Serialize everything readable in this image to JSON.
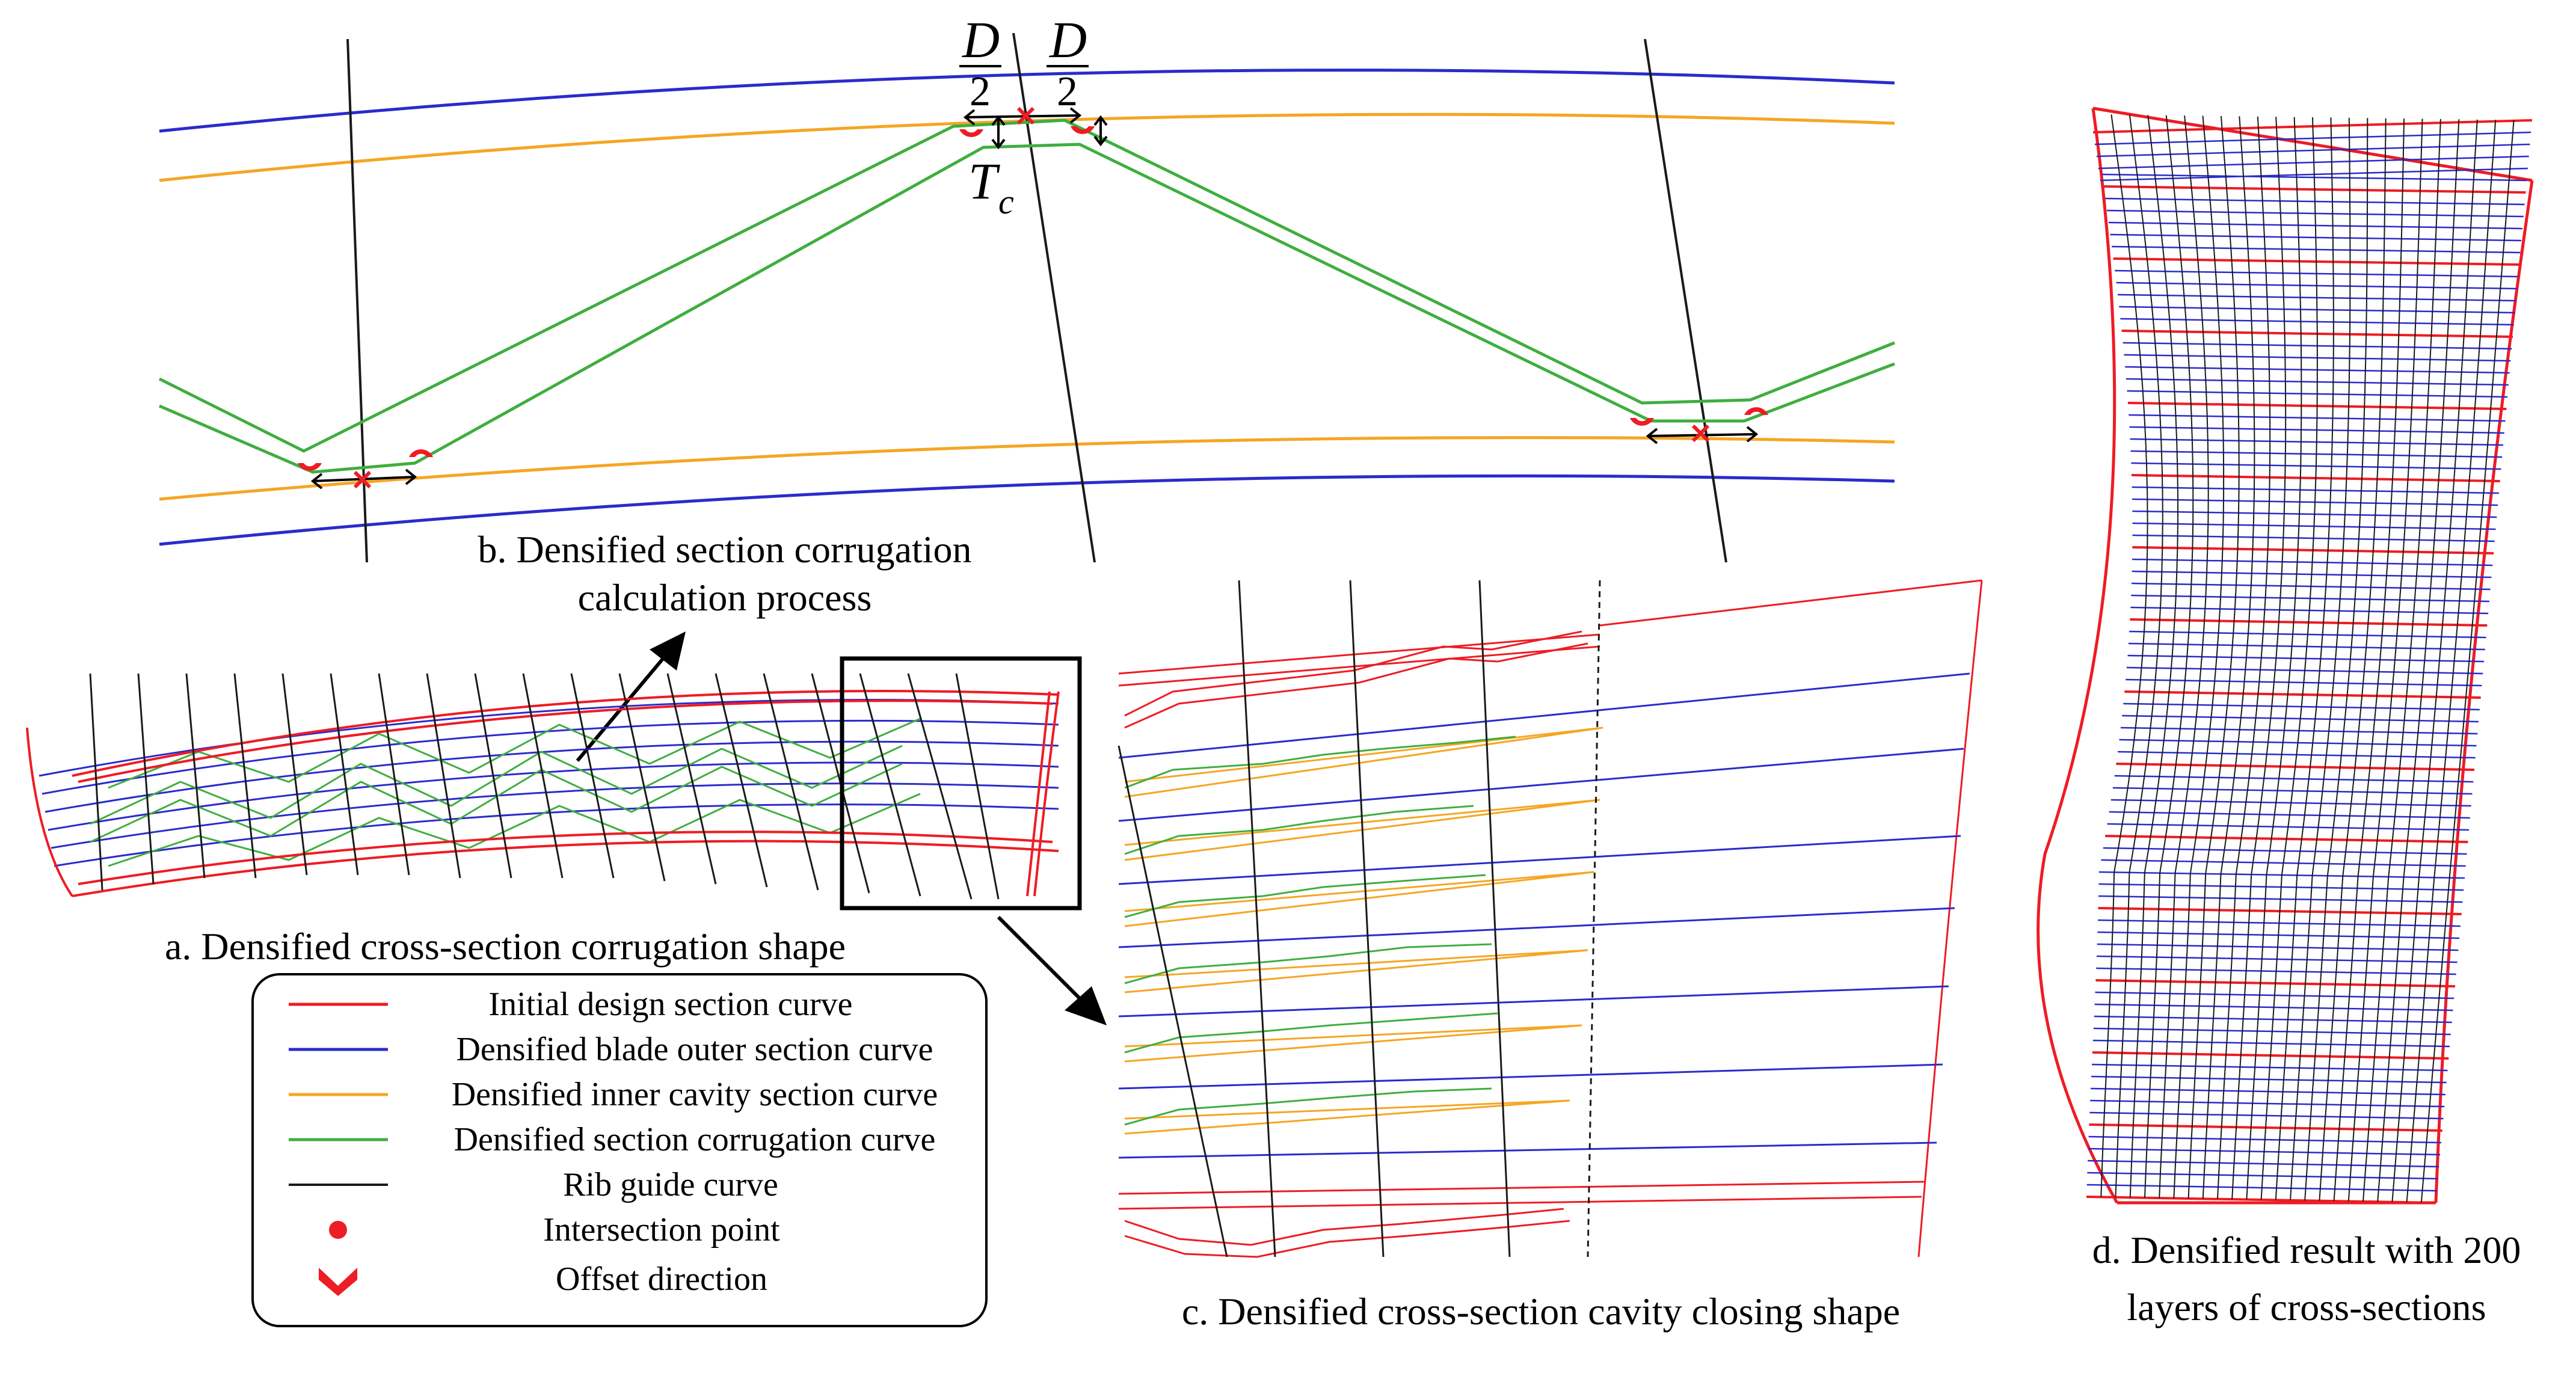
{
  "figure": {
    "colors": {
      "initial": "#ee1c24",
      "outer": "#2b2bcc",
      "inner": "#f5a623",
      "corrugation": "#3fae3f",
      "rib": "#1a1a1a"
    },
    "panel_a": {
      "caption": "a. Densified cross-section corrugation shape"
    },
    "panel_b": {
      "caption_line1": "b. Densified section corrugation",
      "caption_line2": "calculation process",
      "label_D": "D",
      "label_2": "2",
      "label_T": "T",
      "label_c": "c"
    },
    "panel_c": {
      "caption": "c. Densified cross-section cavity closing shape"
    },
    "panel_d": {
      "caption_line1": "d. Densified result with 200",
      "caption_line2": "layers of cross-sections"
    },
    "legend": {
      "items": [
        {
          "label": "Initial design section curve",
          "color": "#ee1c24",
          "icon": "red-line-icon"
        },
        {
          "label": "Densified blade outer section curve",
          "color": "#2b2bcc",
          "icon": "blue-line-icon"
        },
        {
          "label": "Densified inner cavity section curve",
          "color": "#f5a623",
          "icon": "orange-line-icon"
        },
        {
          "label": "Densified section corrugation curve",
          "color": "#3fae3f",
          "icon": "green-line-icon"
        },
        {
          "label": "Rib guide curve",
          "color": "#1a1a1a",
          "icon": "black-line-icon"
        },
        {
          "label": "Intersection point",
          "color": "#ee1c24",
          "icon": "red-dot-icon"
        },
        {
          "label": "Offset direction",
          "color": "#ee1c24",
          "icon": "red-chevron-icon"
        }
      ]
    }
  }
}
